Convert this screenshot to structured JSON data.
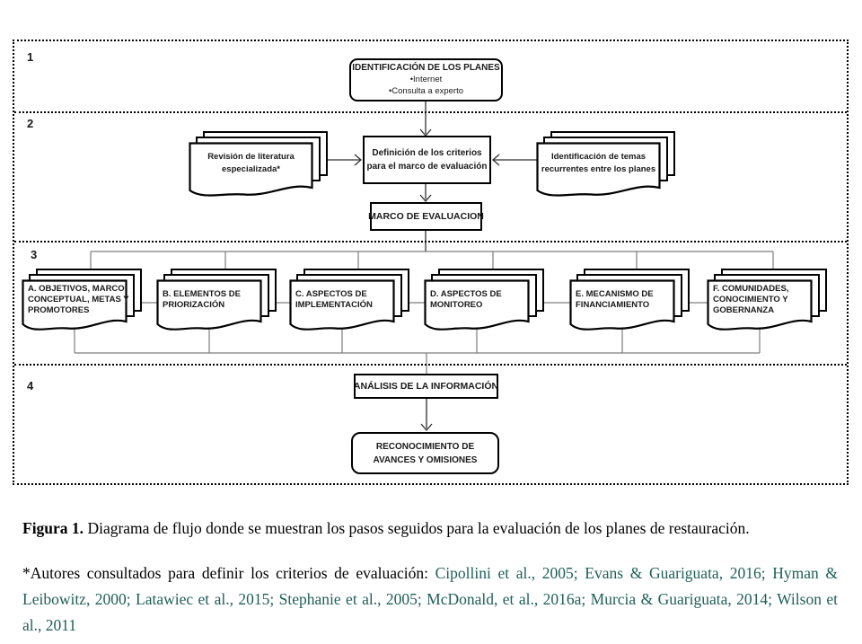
{
  "colors": {
    "citation_teal": "#1e5f58",
    "connector_gray": "#7d7d7d",
    "connector_dark": "#2f2f2f",
    "border_black": "#000000"
  },
  "figure": {
    "section1": {
      "number": "1",
      "box": {
        "title": "IDENTIFICACIÓN DE LOS PLANES",
        "bullets": [
          "•Internet",
          "•Consulta a experto"
        ]
      }
    },
    "section2": {
      "number": "2",
      "left_stack": {
        "lines": [
          "Revisión de literatura",
          "especializada*"
        ]
      },
      "center_box": {
        "lines": [
          "Definición de los criterios",
          "para el marco de evaluación"
        ]
      },
      "right_stack": {
        "lines": [
          "Identificación de temas",
          "recurrentes entre los planes"
        ]
      },
      "marco_label": "MARCO DE EVALUACION"
    },
    "section3": {
      "number": "3",
      "stacks": [
        {
          "lines": [
            "A. OBJETIVOS, MARCO",
            "CONCEPTUAL, METAS Y",
            "PROMOTORES"
          ]
        },
        {
          "lines": [
            "B. ELEMENTOS DE",
            "PRIORIZACIÓN"
          ]
        },
        {
          "lines": [
            "C. ASPECTOS DE",
            "IMPLEMENTACIÓN"
          ]
        },
        {
          "lines": [
            "D. ASPECTOS DE",
            "MONITOREO"
          ]
        },
        {
          "lines": [
            "E. MECANISMO DE",
            "FINANCIAMIENTO"
          ]
        },
        {
          "lines": [
            "F. COMUNIDADES,",
            "CONOCIMIENTO Y",
            "GOBERNANZA"
          ]
        }
      ]
    },
    "section4": {
      "number": "4",
      "analysis_label": "ANÁLISIS DE LA INFORMACIÓN",
      "result": {
        "lines": [
          "RECONOCIMIENTO DE",
          "AVANCES Y OMISIONES"
        ]
      }
    }
  },
  "caption": {
    "label": "Figura 1.",
    "text": " Diagrama de flujo donde se muestran los pasos seguidos para la evaluación de los planes de restauración."
  },
  "footnote": {
    "intro": "*Autores consultados para definir los criterios de evaluación: ",
    "citations": "Cipollini et al., 2005; Evans & Guariguata, 2016; Hyman & Leibowitz, 2000; Latawiec et al., 2015; Stephanie et al., 2005; McDonald, et al., 2016a; Murcia & Guariguata, 2014; Wilson et al., 2011"
  }
}
